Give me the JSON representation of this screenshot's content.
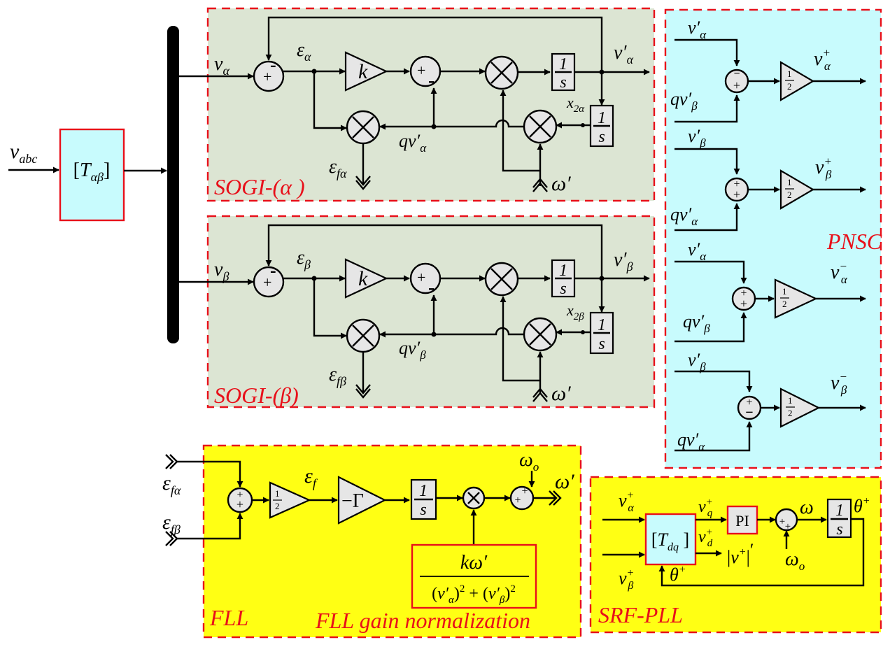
{
  "panels": {
    "sogi_alpha": "SOGI-(α )",
    "sogi_beta": "SOGI-(β)",
    "pnsc": "PNSC",
    "fll": "FLL",
    "fll_norm": "FLL gain normalization",
    "srf_pll": "SRF-PLL"
  },
  "blocks": {
    "transform_ab": "[Tαβ]",
    "transform_dq": "[Tdq]",
    "gain_k": "k",
    "gain_gamma": "−Γ",
    "integrator_num": "1",
    "integrator_den": "s",
    "half_num": "1",
    "half_den": "2",
    "pi": "PI",
    "norm_numerator": "kω′",
    "norm_denominator": "(v′α)² + (v′β)²"
  },
  "signals": {
    "v_abc": "vabc",
    "v_alpha": "vα",
    "v_beta": "vβ",
    "eps_alpha": "εα",
    "eps_beta": "εβ",
    "vp_alpha": "v′α",
    "vp_beta": "v′β",
    "qvp_alpha": "qv′α",
    "qvp_beta": "qv′β",
    "x2_alpha": "x2α",
    "x2_beta": "x2β",
    "eps_f_alpha": "εfα",
    "eps_f_beta": "εfβ",
    "eps_f": "εf",
    "omega_p": "ω′",
    "omega_o": "ωo",
    "omega": "ω",
    "v_alpha_pos": "v+α",
    "v_beta_pos": "v+β",
    "v_alpha_neg": "v−α",
    "v_beta_neg": "v−β",
    "v_q_pos": "v+q",
    "v_d_pos": "v+d",
    "mag_v_pos": "|v+|′",
    "theta_pos": "θ+"
  },
  "colors": {
    "sogi_fill": "#dce5d3",
    "pnsc_fill": "#c8fbfd",
    "fll_fill": "#ffff14",
    "dash_red": "#e8101a",
    "block_red": "#e8101a",
    "transform_fill": "#c8fbfd"
  }
}
